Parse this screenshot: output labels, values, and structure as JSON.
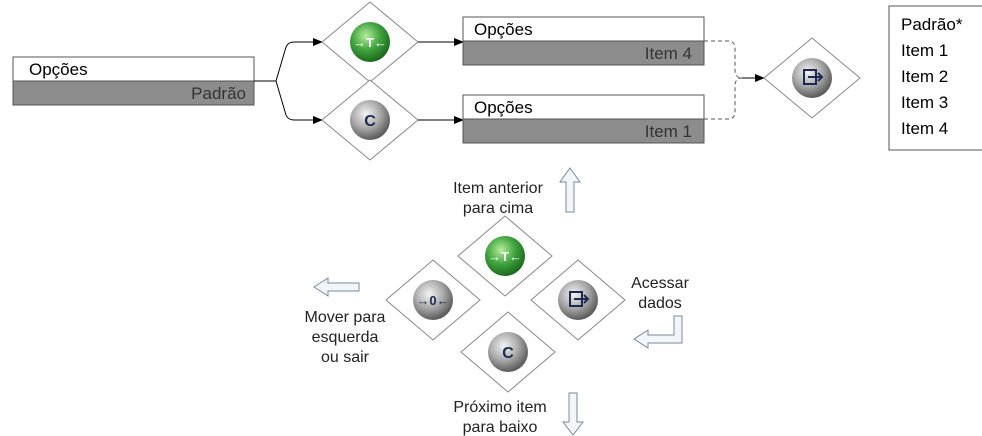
{
  "menu_boxes": {
    "main": {
      "title": "Opções",
      "value": "Padrão"
    },
    "upper": {
      "title": "Opções",
      "value": "Item 4"
    },
    "lower": {
      "title": "Opções",
      "value": "Item 1"
    }
  },
  "options_list": [
    "Padrão*",
    "Item 1",
    "Item 2",
    "Item 3",
    "Item 4"
  ],
  "keys": {
    "tare": "→T←",
    "clear": "C",
    "zero": "→0←"
  },
  "legend": {
    "up_line1": "Item anterior",
    "up_line2": "para cima",
    "enter_line1": "Acessar",
    "enter_line2": "dados",
    "left_line1": "Mover para",
    "left_line2": "esquerda",
    "left_line3": "ou sair",
    "down_line1": "Próximo item",
    "down_line2": "para baixo"
  },
  "colors": {
    "tare_key": "#3fa33f",
    "grey_key": "#9a9a9a",
    "value_bar": "#8c8c8c",
    "line": "#000000"
  }
}
